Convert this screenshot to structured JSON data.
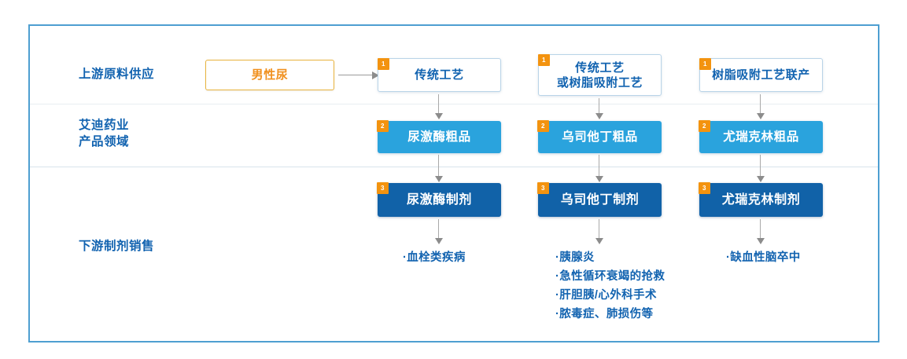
{
  "diagram": {
    "title": "Adi Pharmaceutical industry chain flow diagram",
    "colors": {
      "frame_border": "#4e9fd1",
      "brand_blue": "#1263b0",
      "light_blue_box": "#2aa3dd",
      "dark_blue_box": "#1162a8",
      "badge_orange": "#f3930f",
      "source_orange": "#f0901e",
      "connector_gray": "#8c8c8c"
    },
    "row_labels": [
      {
        "id": "upstream",
        "text": "上游原料供应"
      },
      {
        "id": "company-products",
        "text": "艾迪药业\n产品领域"
      },
      {
        "id": "downstream",
        "text": "下游制剂销售"
      }
    ],
    "source": {
      "label": "男性尿"
    },
    "columns": [
      {
        "id": "urokinase",
        "process": {
          "badge": "1",
          "label": "传统工艺"
        },
        "crude": {
          "badge": "2",
          "label": "尿激酶粗品"
        },
        "formulation": {
          "badge": "3",
          "label": "尿激酶制剂"
        },
        "indications": [
          "·血栓类疾病"
        ]
      },
      {
        "id": "ulinastatin",
        "process": {
          "badge": "1",
          "label": "传统工艺\n或树脂吸附工艺"
        },
        "crude": {
          "badge": "2",
          "label": "乌司他丁粗品"
        },
        "formulation": {
          "badge": "3",
          "label": "乌司他丁制剂"
        },
        "indications": [
          "·胰腺炎",
          "·急性循环衰竭的抢救",
          "·肝胆胰/心外科手术",
          "·脓毒症、肺损伤等"
        ]
      },
      {
        "id": "kallidinogenase",
        "process": {
          "badge": "1",
          "label": "树脂吸附工艺联产"
        },
        "crude": {
          "badge": "2",
          "label": "尤瑞克林粗品"
        },
        "formulation": {
          "badge": "3",
          "label": "尤瑞克林制剂"
        },
        "indications": [
          "·缺血性脑卒中"
        ]
      }
    ]
  }
}
